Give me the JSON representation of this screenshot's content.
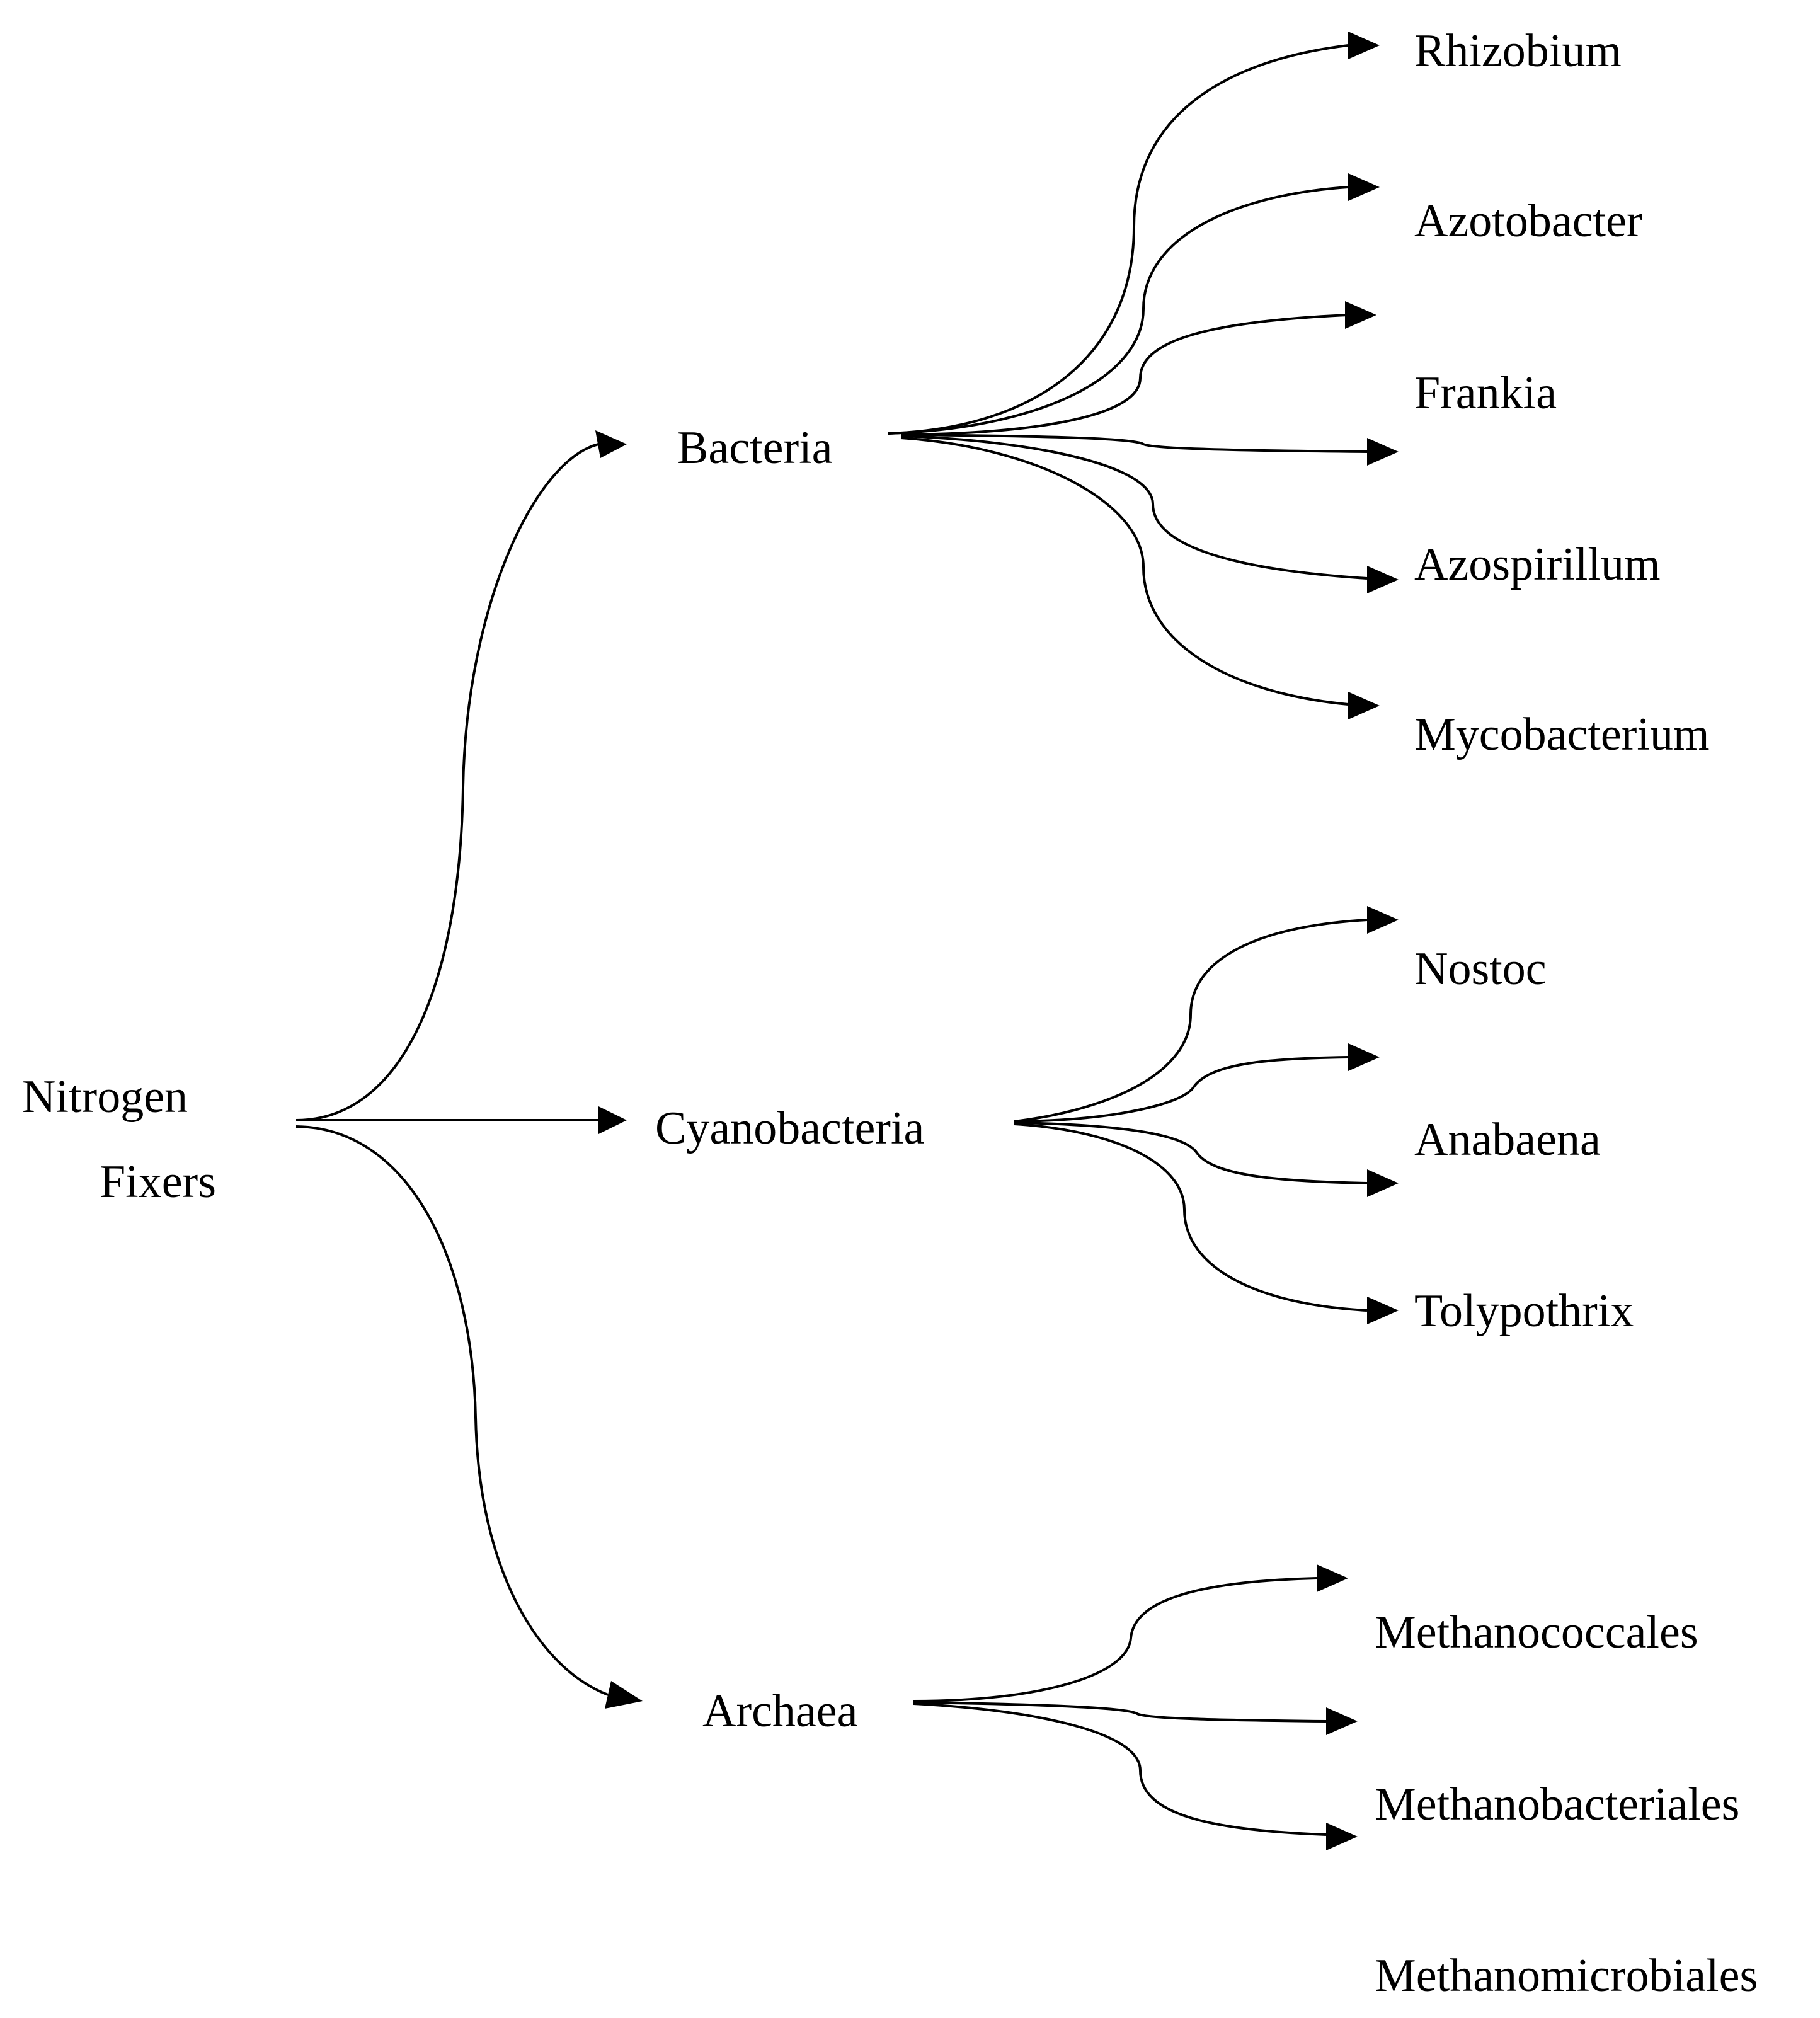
{
  "diagram": {
    "root": {
      "line1": "Nitrogen",
      "line2": "Fixers"
    },
    "groups": [
      {
        "label": "Bacteria",
        "members": [
          "Rhizobium",
          "Azotobacter",
          "Frankia",
          "Azospirillum",
          "Mycobacterium"
        ]
      },
      {
        "label": "Cyanobacteria",
        "members": [
          "Nostoc",
          "Anabaena",
          "Tolypothrix"
        ]
      },
      {
        "label": "Archaea",
        "members": [
          "Methanococcales",
          "Methanobacteriales",
          "Methanomicrobiales"
        ]
      }
    ]
  }
}
